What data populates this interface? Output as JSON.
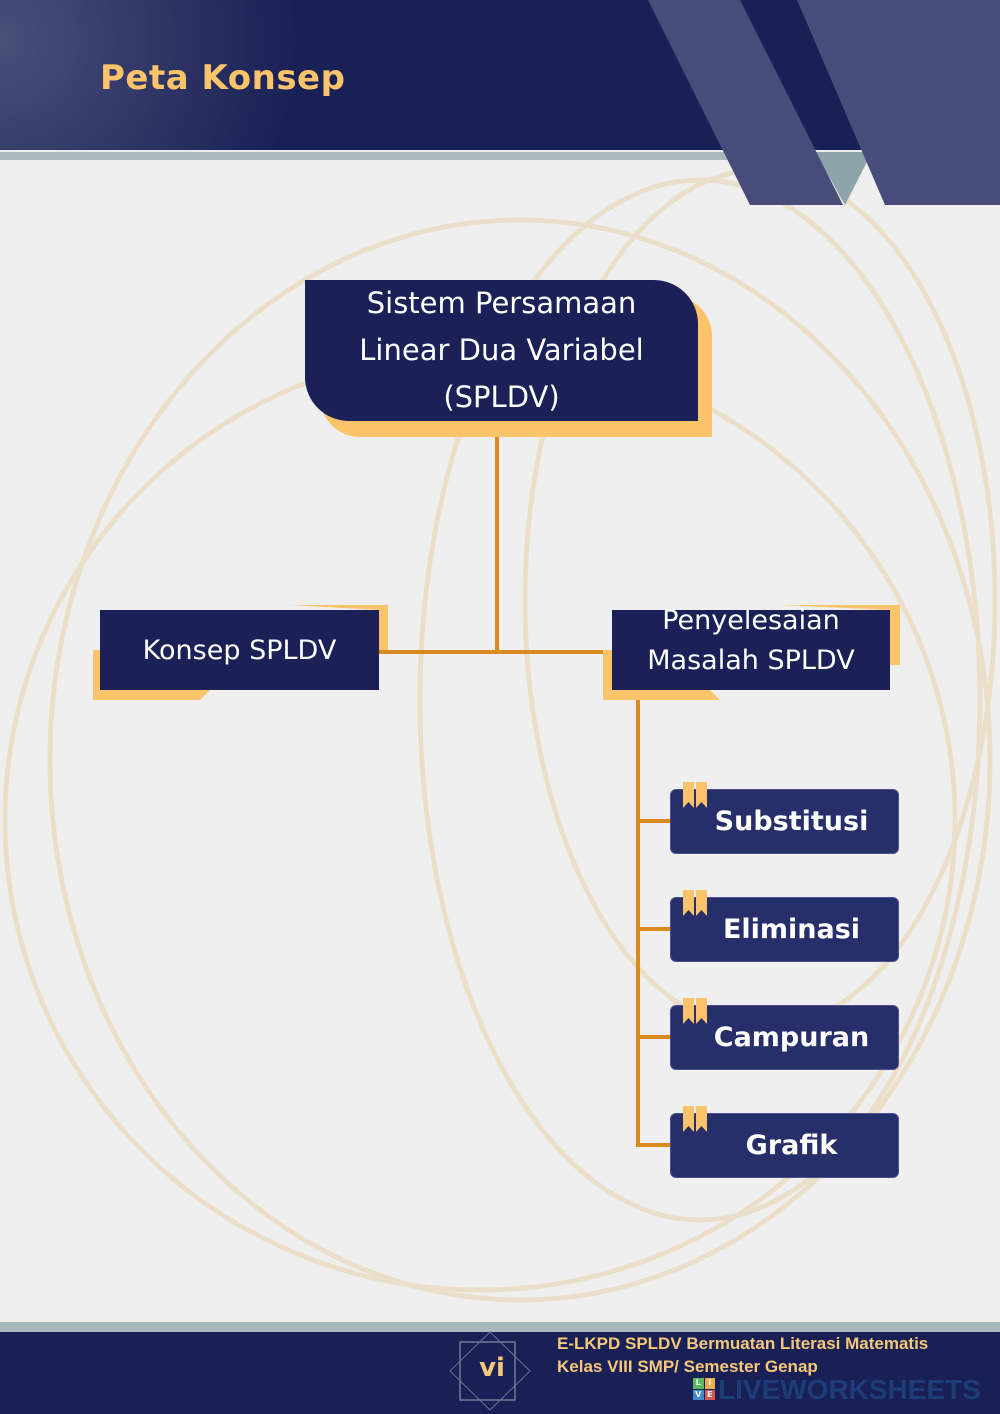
{
  "header": {
    "title": "Peta Konsep"
  },
  "concept_map": {
    "root": [
      "Sistem Persamaan",
      "Linear Dua Variabel",
      "(SPLDV)"
    ],
    "left": "Konsep SPLDV",
    "right": [
      "Penyelesaian",
      "Masalah SPLDV"
    ],
    "methods": [
      "Substitusi",
      "Eliminasi",
      "Campuran",
      "Grafik"
    ]
  },
  "footer": {
    "page": "vi",
    "line1": "E-LKPD SPLDV Bermuatan Literasi Matematis",
    "line2": "Kelas VIII SMP/ Semester Genap",
    "watermark": "LIVEWORKSHEETS",
    "logo_letters": [
      "L",
      "I",
      "V",
      "E"
    ]
  },
  "colors": {
    "navy": "#182055",
    "accent": "#fbc46a",
    "line": "#d98a20"
  }
}
